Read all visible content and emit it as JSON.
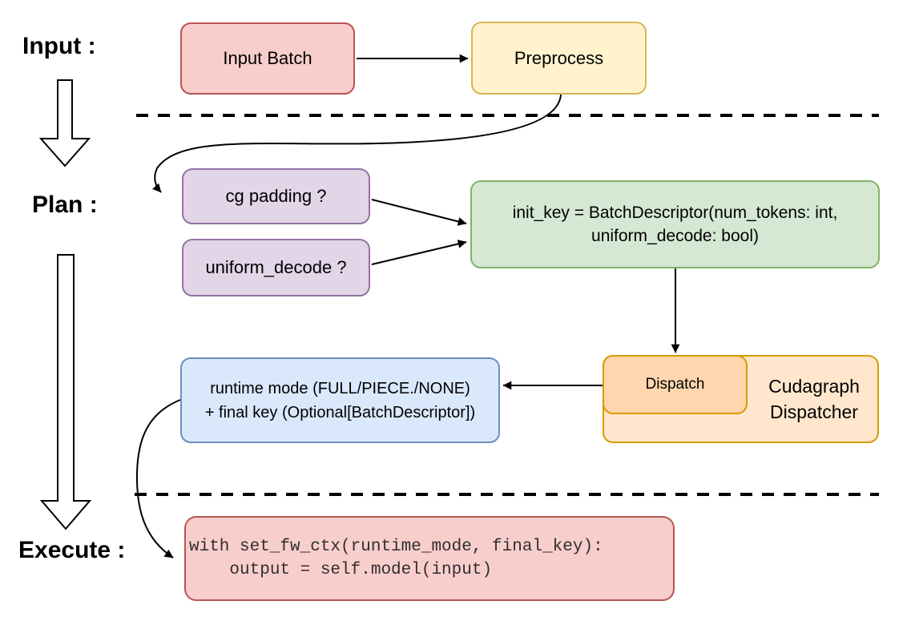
{
  "labels": {
    "input": "Input :",
    "plan": "Plan :",
    "execute": "Execute :"
  },
  "nodes": {
    "input_batch": {
      "label": "Input Batch",
      "fill": "#f8cecc",
      "stroke": "#b85450"
    },
    "preprocess": {
      "label": "Preprocess",
      "fill": "#fff2cc",
      "stroke": "#d6b656"
    },
    "cg_padding": {
      "label": "cg padding ?",
      "fill": "#e1d5e7",
      "stroke": "#9673a6"
    },
    "uniform_decode": {
      "label": "uniform_decode ?",
      "fill": "#e1d5e7",
      "stroke": "#9673a6"
    },
    "init_key": {
      "line1": "init_key = BatchDescriptor(num_tokens: int,",
      "line2": "uniform_decode: bool)",
      "fill": "#d5e8d4",
      "stroke": "#82b366"
    },
    "dispatch": {
      "label": "Dispatch",
      "fill": "#ffd6ad",
      "stroke": "#d79b00"
    },
    "cudagraph_dispatcher": {
      "line1": "Cudagraph",
      "line2": "Dispatcher",
      "fill": "#ffe6cc",
      "stroke": "#d79b00"
    },
    "runtime_mode": {
      "line1": "runtime mode (FULL/PIECE./NONE)",
      "line2": "+ final key (Optional[BatchDescriptor])",
      "fill": "#dae8fc",
      "stroke": "#6c8ebf"
    },
    "execute_code": {
      "line1": "with set_fw_ctx(runtime_mode, final_key):",
      "line2": "    output = self.model(input)",
      "fill": "#f8cecc",
      "stroke": "#b85450"
    }
  },
  "connector_color": "#000000"
}
